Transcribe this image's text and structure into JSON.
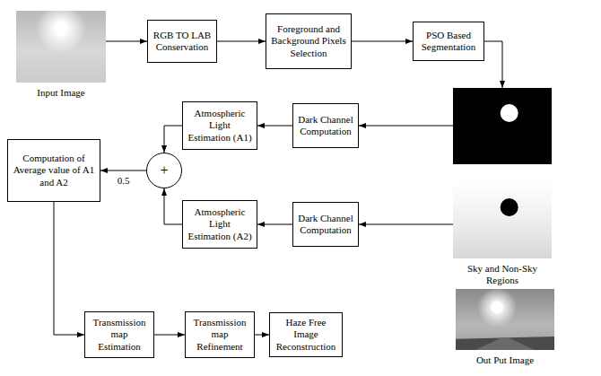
{
  "diagram": {
    "nodes": [
      {
        "text": [
          "Input Image"
        ]
      },
      {
        "text": [
          "RGB TO LAB Conservation"
        ]
      },
      {
        "text": [
          "Foreground and Background Pixels Selection"
        ]
      },
      {
        "text": [
          "PSO Based Segmentation"
        ]
      },
      {
        "text": [
          "Sky and Non-Sky Regions"
        ]
      },
      {
        "text": [
          "Atmospheric Light Estimation (A1)"
        ]
      },
      {
        "text": [
          "Dark Channel Computation"
        ]
      },
      {
        "text": [
          "Computation of Average value of A1 and A2"
        ]
      },
      {
        "text": [
          "+"
        ]
      },
      {
        "text": [
          "Atmospheric Light Estimation (A2)"
        ]
      },
      {
        "text": [
          "Dark Channel Computation"
        ]
      },
      {
        "text": [
          "Transmission map Estimation"
        ]
      },
      {
        "text": [
          "Transmission map Refinement"
        ]
      },
      {
        "text": [
          "Haze Free Image Reconstruction"
        ]
      },
      {
        "text": [
          "Out Put Image"
        ]
      }
    ],
    "edges": [
      {
        "from": 0,
        "to": 1,
        "arrow": "to"
      },
      {
        "from": 1,
        "to": 2,
        "arrow": "to"
      },
      {
        "from": 2,
        "to": 3,
        "arrow": "to"
      },
      {
        "from": 3,
        "to": 4,
        "arrow": "to"
      },
      {
        "from": 4,
        "to": 6,
        "arrow": "to"
      },
      {
        "from": 6,
        "to": 5,
        "arrow": "to"
      },
      {
        "from": 5,
        "to": 8,
        "arrow": "to"
      },
      {
        "from": 4,
        "to": 10,
        "arrow": "to"
      },
      {
        "from": 10,
        "to": 9,
        "arrow": "to"
      },
      {
        "from": 9,
        "to": 8,
        "arrow": "to"
      },
      {
        "from": 8,
        "to": 7,
        "label": "0.5",
        "arrow": "to"
      },
      {
        "from": 7,
        "to": 11,
        "arrow": "to"
      },
      {
        "from": 11,
        "to": 12,
        "arrow": "to"
      },
      {
        "from": 12,
        "to": 13,
        "arrow": "to"
      }
    ]
  }
}
